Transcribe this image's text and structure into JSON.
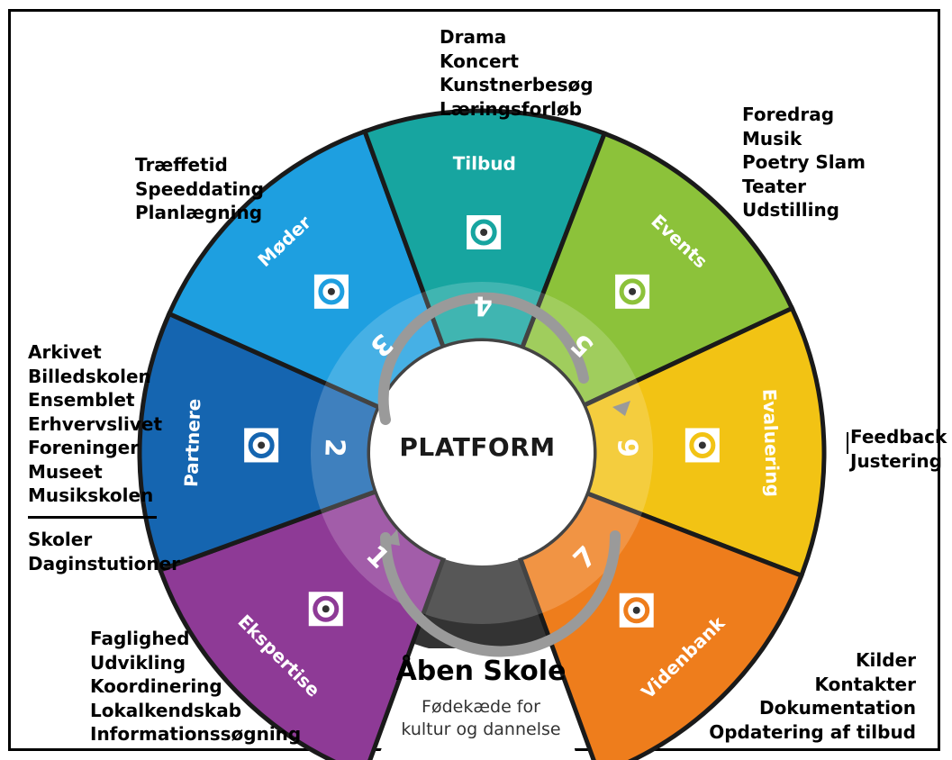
{
  "center_label": "PLATFORM",
  "bottom": {
    "title": "Åben Skole",
    "subtitle_line1": "Fødekæde for",
    "subtitle_line2": "kultur og dannelse"
  },
  "segments": [
    {
      "number": "1",
      "label": "Ekspertise",
      "color": "#8E3A96",
      "icon": "gears-icon",
      "items": [
        "Faglighed",
        "Udvikling",
        "Koordinering",
        "Lokalkendskab",
        "Informationssøgning"
      ]
    },
    {
      "number": "2",
      "label": "Partnere",
      "color": "#1565B0",
      "icon": "handshake-icon",
      "items": [
        "Arkivet",
        "Billedskolen",
        "Ensemblet",
        "Erhvervslivet",
        "Foreninger",
        "Museet",
        "Musikskolen"
      ],
      "items_extra": [
        "Skoler",
        "Daginstutioner"
      ]
    },
    {
      "number": "3",
      "label": "Møder",
      "color": "#1E9FE0",
      "icon": "people-circle-icon",
      "items": [
        "Træffetid",
        "Speeddating",
        "Planlægning"
      ]
    },
    {
      "number": "4",
      "label": "Tilbud",
      "color": "#17A5A0",
      "icon": "hand-check-icon",
      "items": [
        "Drama",
        "Koncert",
        "Kunstnerbesøg",
        "Læringsforløb"
      ]
    },
    {
      "number": "5",
      "label": "Events",
      "color": "#8CC23A",
      "icon": "burst-icon",
      "items": [
        "Foredrag",
        "Musik",
        "Poetry Slam",
        "Teater",
        "Udstilling"
      ]
    },
    {
      "number": "6",
      "label": "Evaluering",
      "color": "#F2C314",
      "icon": "magnifier-gear-icon",
      "items": [
        "Feedback",
        "Justering"
      ]
    },
    {
      "number": "7",
      "label": "Videnbank",
      "color": "#EE7D1C",
      "icon": "brain-head-icon",
      "items": [
        "Kilder",
        "Kontakter",
        "Dokumentation",
        "Opdatering af tilbud"
      ]
    }
  ]
}
